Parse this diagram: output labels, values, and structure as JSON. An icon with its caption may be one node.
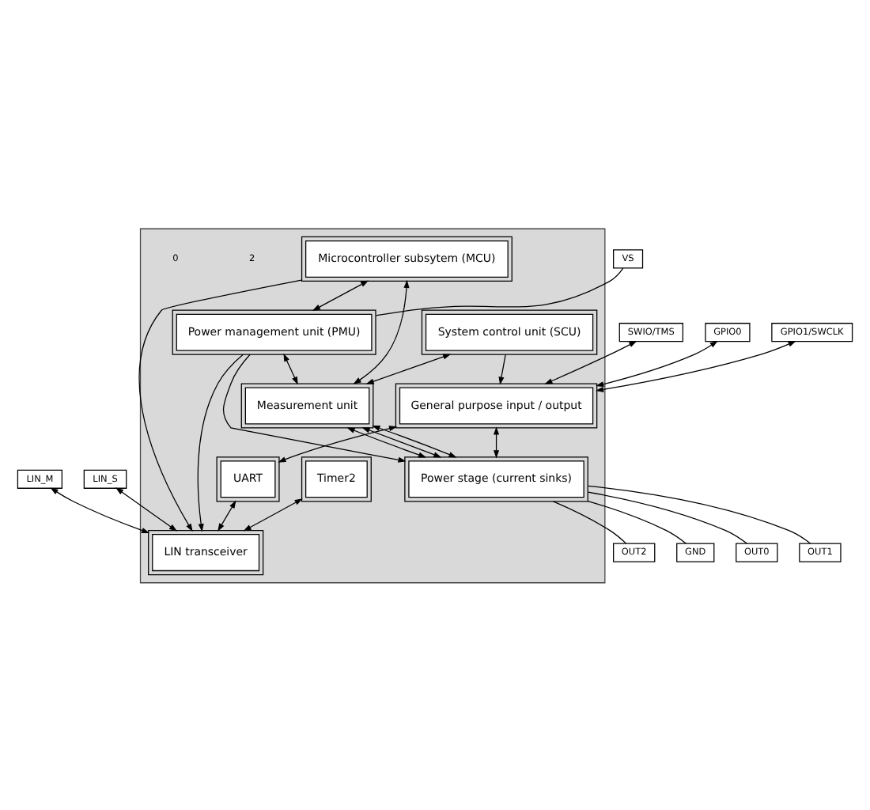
{
  "diagram": {
    "nodes": [
      {
        "text": [],
        "shape": "box"
      },
      {
        "text": [
          "Microcontroller subsytem (MCU)"
        ],
        "in": 0
      },
      {
        "text": [
          "Power management unit (PMU)"
        ],
        "in": 0
      },
      {
        "text": [
          "System control unit (SCU)"
        ],
        "in": 0
      },
      {
        "text": [
          "Measurement unit"
        ],
        "in": 0
      },
      {
        "text": [
          "General purpose input / output"
        ],
        "in": 0
      },
      {
        "text": [
          "UART"
        ],
        "in": 0
      },
      {
        "text": [
          "Timer2"
        ],
        "in": 0
      },
      {
        "text": [
          "LIN transceiver"
        ],
        "in": 0
      },
      {
        "text": [
          "Power stage (current sinks)"
        ],
        "in": 0
      },
      {
        "text": [
          "VS"
        ]
      },
      {
        "text": [
          "GPIO0"
        ]
      },
      {
        "text": [
          "GPIO1/SWCLK"
        ]
      },
      {
        "text": [
          "SWIO/TMS"
        ]
      },
      {
        "text": [
          "OUT0"
        ]
      },
      {
        "text": [
          "OUT1"
        ]
      },
      {
        "text": [
          "OUT2"
        ]
      },
      {
        "text": [
          "LIN_M"
        ]
      },
      {
        "text": [
          "LIN_S"
        ]
      },
      {
        "text": [
          "GND"
        ]
      }
    ],
    "edges": [
      {
        "from": 1,
        "to": 2,
        "arrow": "both"
      },
      {
        "from": 3,
        "to": 5,
        "arrow": "to"
      },
      {
        "from": 1,
        "to": 8,
        "arrow": "to"
      },
      {
        "from": 1,
        "to": 4,
        "arrow": "both"
      },
      {
        "from": 3,
        "to": 4,
        "arrow": "both"
      },
      {
        "from": 5,
        "to": 9,
        "arrow": "both"
      },
      {
        "from": 2,
        "to": 4,
        "arrow": "both"
      },
      {
        "from": 2,
        "to": 9,
        "arrow": "to"
      },
      {
        "from": 2,
        "to": 8,
        "arrow": "to"
      },
      {
        "from": 4,
        "to": 9,
        "arrow": "both"
      },
      {
        "from": 4,
        "to": 9,
        "arrow": "both"
      },
      {
        "from": 4,
        "to": 9,
        "arrow": "both"
      },
      {
        "from": 5,
        "to": 6,
        "arrow": "both"
      },
      {
        "from": 6,
        "to": 8,
        "arrow": "both"
      },
      {
        "from": 7,
        "to": 8,
        "arrow": "both"
      },
      {
        "from": 10,
        "to": 2,
        "arrow": "none"
      },
      {
        "from": 11,
        "to": 5,
        "arrow": "both"
      },
      {
        "from": 12,
        "to": 5,
        "arrow": "both"
      },
      {
        "from": 13,
        "to": 5,
        "arrow": "both"
      },
      {
        "from": 17,
        "to": 8,
        "arrow": "both"
      },
      {
        "from": 18,
        "to": 8,
        "arrow": "both"
      },
      {
        "from": 9,
        "to": 14,
        "arrow": "none"
      },
      {
        "from": 9,
        "to": 15,
        "arrow": "none"
      },
      {
        "from": 9,
        "to": 16,
        "arrow": "none"
      },
      {
        "from": 9,
        "to": 19,
        "arrow": "none"
      }
    ],
    "labels": [
      "2",
      "0"
    ]
  }
}
